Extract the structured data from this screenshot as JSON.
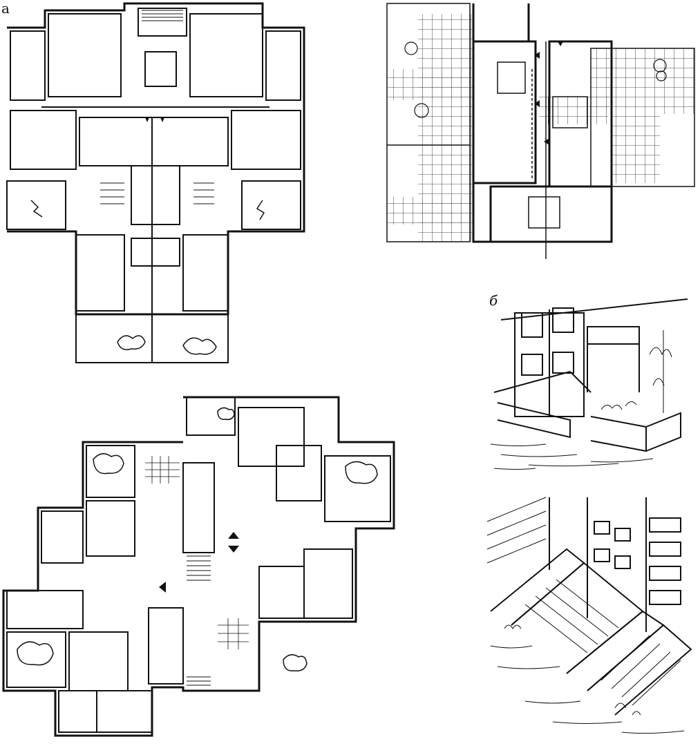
{
  "figure": {
    "label_a": "а",
    "label_b": "б"
  },
  "colors": {
    "ink": "#111111",
    "paper": "#ffffff"
  },
  "panels": [
    {
      "name": "floor-plan-top-left"
    },
    {
      "name": "floor-plan-top-right"
    },
    {
      "name": "floor-plan-bottom-left"
    },
    {
      "name": "perspective-sketch-courtyard"
    },
    {
      "name": "perspective-sketch-terraces"
    }
  ]
}
